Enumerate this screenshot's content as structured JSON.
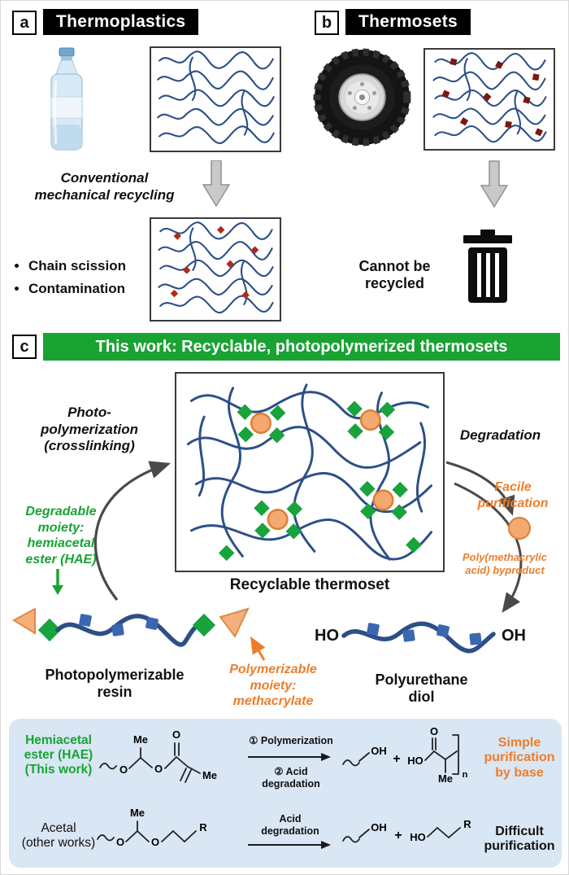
{
  "colors": {
    "green": "#18a333",
    "orange": "#ed7d2b",
    "chain_blue": "#2c4f87",
    "square_blue": "#3a67b0",
    "crosslink_red": "#7a1812",
    "panel_blue": "#d9e6f3"
  },
  "panel_a": {
    "tag": "a",
    "title": "Thermoplastics",
    "process_line1": "Conventional",
    "process_line2": "mechanical recycling",
    "bullets": [
      "Chain scission",
      "Contamination"
    ]
  },
  "panel_b": {
    "tag": "b",
    "title": "Thermosets",
    "result_line1": "Cannot be",
    "result_line2": "recycled"
  },
  "panel_c": {
    "tag": "c",
    "title": "This work: Recyclable, photopolymerized thermosets",
    "photo_lines": [
      "Photo-",
      "polymerization",
      "(crosslinking)"
    ],
    "degradation": "Degradation",
    "facile_lines": [
      "Facile",
      "purification"
    ],
    "byproduct_lines": [
      "Poly(methacrylic",
      "acid) byproduct"
    ],
    "box_caption": "Recyclable thermoset",
    "degradable_lines": [
      "Degradable",
      "moiety:",
      "hemiacetal",
      "ester (HAE)"
    ],
    "resin_lines": [
      "Photopolymerizable",
      "resin"
    ],
    "polymerizable_lines": [
      "Polymerizable",
      "moiety:",
      "methacrylate"
    ],
    "diol_lines": [
      "Polyurethane",
      "diol"
    ]
  },
  "chem": {
    "me": "Me",
    "o": "O",
    "oh": "OH",
    "ho": "HO",
    "r": "R",
    "n": "n",
    "plus": "+"
  },
  "bottom": {
    "row1": {
      "label_lines": [
        "Hemiacetal",
        "ester (HAE)",
        "(This work)"
      ],
      "step1": "① Polymerization",
      "step2_lines": [
        "② Acid",
        "degradation"
      ],
      "result_lines": [
        "Simple",
        "purification",
        "by base"
      ]
    },
    "row2": {
      "label_lines": [
        "Acetal",
        "(other works)"
      ],
      "arrow_lines": [
        "Acid",
        "degradation"
      ],
      "result_lines": [
        "Difficult",
        "purification"
      ]
    }
  }
}
